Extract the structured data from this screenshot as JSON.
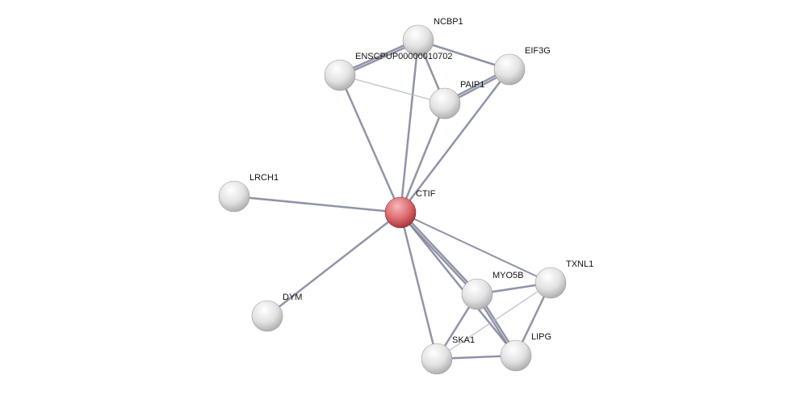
{
  "network": {
    "colors": {
      "query_node": "#d9666b",
      "node": "#d8d8d8",
      "edge": "#7d829a",
      "edge_light": "#b4b8c8",
      "background": "#ffffff"
    },
    "nodes": [
      {
        "id": "NCBP1",
        "label": "NCBP1"
      },
      {
        "id": "ENSC",
        "label": "ENSCPUP00000010702"
      },
      {
        "id": "EIF3G",
        "label": "EIF3G"
      },
      {
        "id": "PAIP1",
        "label": "PAIP1"
      },
      {
        "id": "LRCH1",
        "label": "LRCH1"
      },
      {
        "id": "CTIF",
        "label": "CTIF",
        "query": true
      },
      {
        "id": "DYM",
        "label": "DYM"
      },
      {
        "id": "MYO5B",
        "label": "MYO5B"
      },
      {
        "id": "TXNL1",
        "label": "TXNL1"
      },
      {
        "id": "SKA1",
        "label": "SKA1"
      },
      {
        "id": "LIPG",
        "label": "LIPG"
      }
    ],
    "edges": [
      {
        "a": "CTIF",
        "b": "NCBP1",
        "strength": 2
      },
      {
        "a": "CTIF",
        "b": "ENSC",
        "strength": 2
      },
      {
        "a": "CTIF",
        "b": "EIF3G",
        "strength": 2
      },
      {
        "a": "CTIF",
        "b": "PAIP1",
        "strength": 2
      },
      {
        "a": "CTIF",
        "b": "LRCH1",
        "strength": 2
      },
      {
        "a": "CTIF",
        "b": "DYM",
        "strength": 2
      },
      {
        "a": "CTIF",
        "b": "MYO5B",
        "strength": 3
      },
      {
        "a": "CTIF",
        "b": "LIPG",
        "strength": 2
      },
      {
        "a": "CTIF",
        "b": "TXNL1",
        "strength": 1
      },
      {
        "a": "CTIF",
        "b": "SKA1",
        "strength": 2
      },
      {
        "a": "NCBP1",
        "b": "ENSC",
        "strength": 3
      },
      {
        "a": "NCBP1",
        "b": "EIF3G",
        "strength": 2
      },
      {
        "a": "NCBP1",
        "b": "PAIP1",
        "strength": 2
      },
      {
        "a": "ENSC",
        "b": "PAIP1",
        "strength": 0
      },
      {
        "a": "PAIP1",
        "b": "EIF3G",
        "strength": 3
      },
      {
        "a": "MYO5B",
        "b": "TXNL1",
        "strength": 2
      },
      {
        "a": "MYO5B",
        "b": "SKA1",
        "strength": 2
      },
      {
        "a": "MYO5B",
        "b": "LIPG",
        "strength": 3
      },
      {
        "a": "TXNL1",
        "b": "LIPG",
        "strength": 2
      },
      {
        "a": "TXNL1",
        "b": "SKA1",
        "strength": 0
      },
      {
        "a": "SKA1",
        "b": "LIPG",
        "strength": 2
      }
    ]
  }
}
